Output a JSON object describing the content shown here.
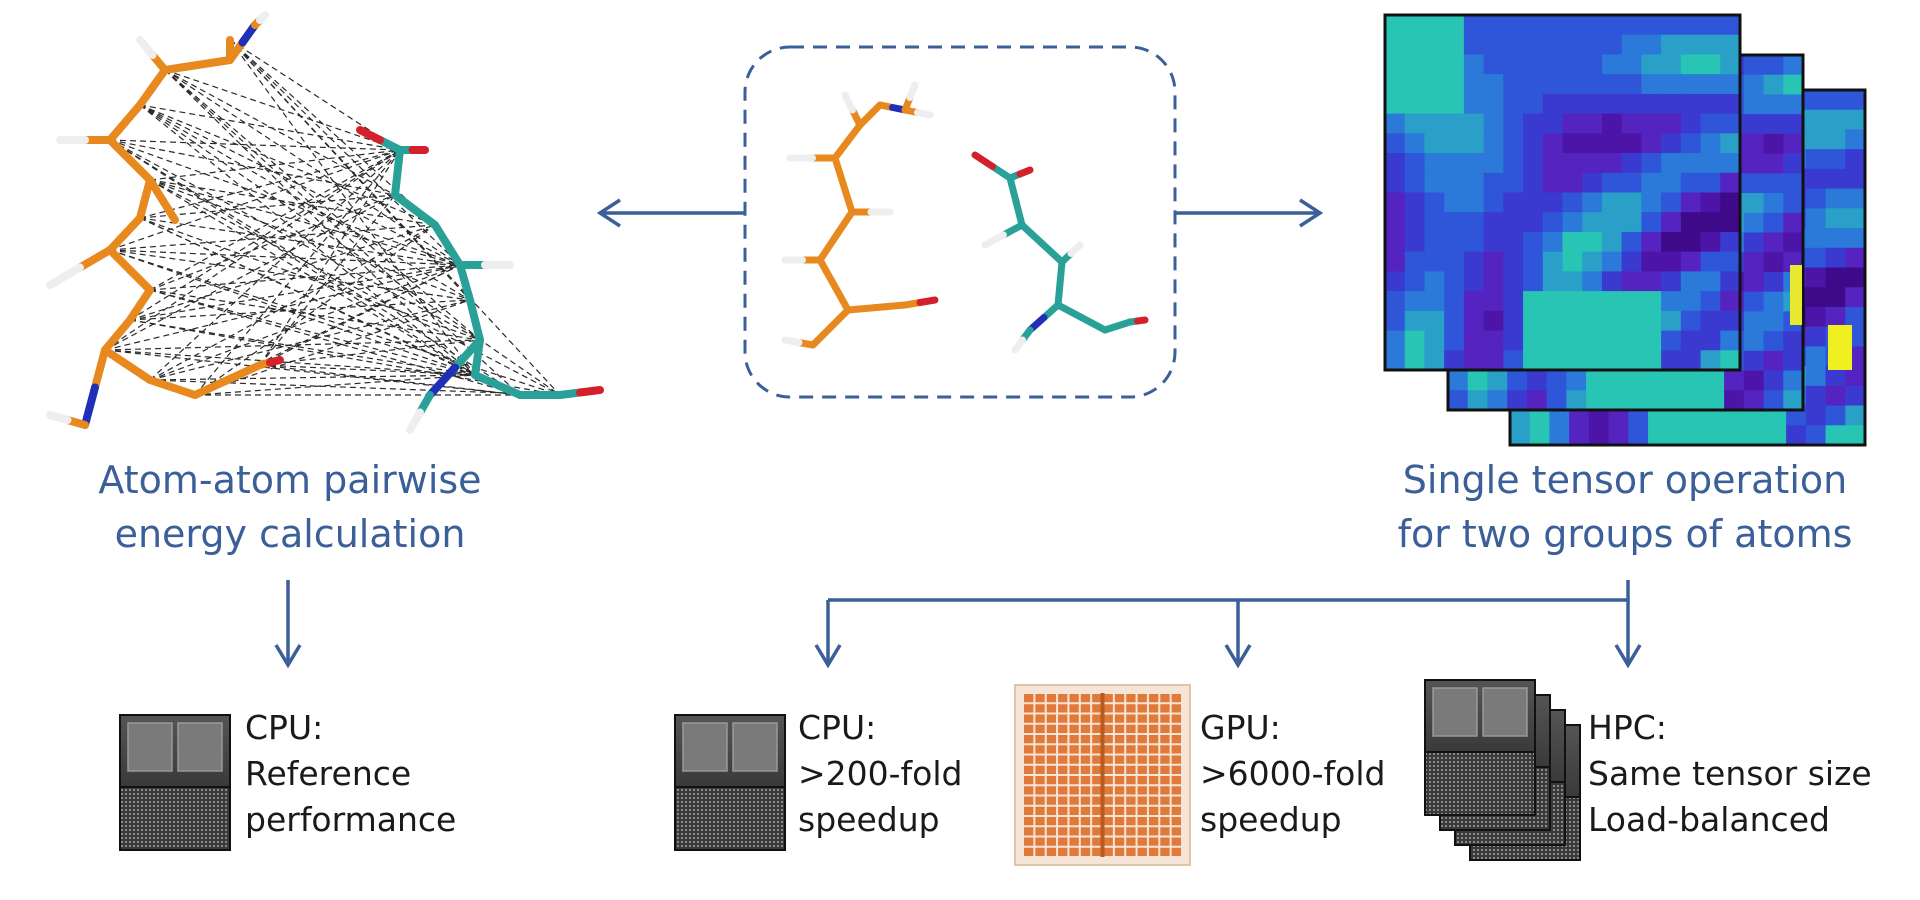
{
  "left_caption": {
    "line1": "Atom-atom pairwise",
    "line2": "energy calculation"
  },
  "right_caption": {
    "line1": "Single tensor operation",
    "line2": "for two groups of atoms"
  },
  "hardware": [
    {
      "title": "CPU:",
      "line1": "Reference",
      "line2": "performance"
    },
    {
      "title": "CPU:",
      "line1": ">200-fold",
      "line2": "speedup"
    },
    {
      "title": "GPU:",
      "line1": ">6000-fold",
      "line2": "speedup"
    },
    {
      "title": "HPC:",
      "line1": "Same tensor size",
      "line2": "Load-balanced"
    }
  ],
  "colors": {
    "arrow": "#3b5f98",
    "caption": "#3b5f98",
    "lysine": "#e8891f",
    "glutamate": "#2aa198",
    "nitrogen": "#1f2fb8",
    "oxygen": "#d4202a",
    "hydrogen": "#eeeeee",
    "gpu": "#e07a3a"
  }
}
